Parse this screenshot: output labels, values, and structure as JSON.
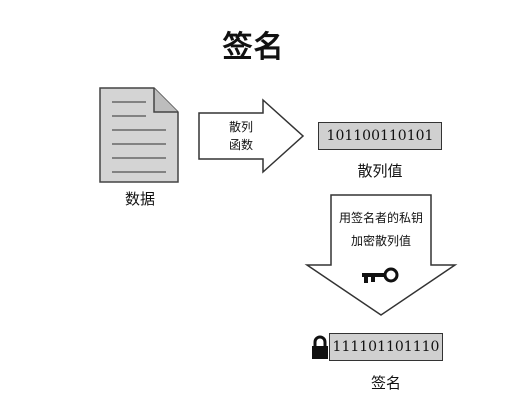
{
  "title": "签名",
  "document": {
    "label": "数据"
  },
  "hash_arrow": {
    "line1": "散列",
    "line2": "函数"
  },
  "hash_value": {
    "value": "101100110101",
    "label": "散列值"
  },
  "encrypt_arrow": {
    "line1": "用签名者的私钥",
    "line2": "加密散列值"
  },
  "signature": {
    "value": "111101101110",
    "label": "签名"
  },
  "icons": {
    "document": "document-icon",
    "key": "key-icon",
    "lock": "lock-icon"
  }
}
